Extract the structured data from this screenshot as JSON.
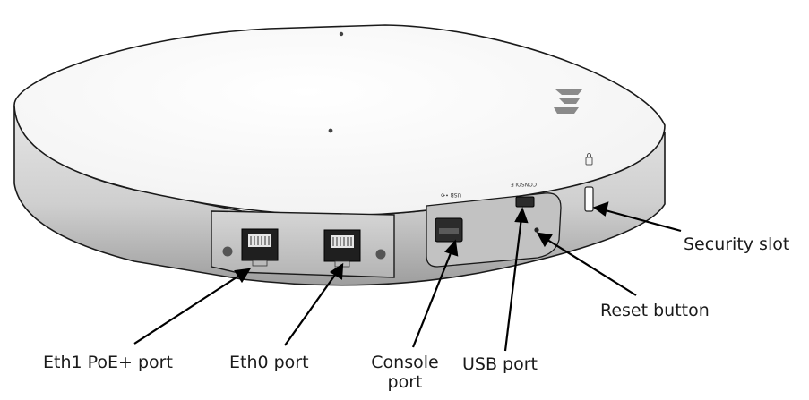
{
  "callouts": {
    "security_slot": "Security slot",
    "reset_button": "Reset button",
    "eth1_poe_port": "Eth1 PoE+ port",
    "eth0_port": "Eth0 port",
    "console_port": "Console\nport",
    "usb_port": "USB port"
  },
  "device_marks": {
    "usb_mark": "USB •⟲",
    "console_mark": "CONSOLE"
  },
  "colors": {
    "outline": "#1a1a1a",
    "body_light": "#f5f5f5",
    "body_mid": "#d9d9d9",
    "body_dark": "#9a9a9a",
    "port_panel": "#c7c7c7",
    "jack": "#2a2a2a"
  }
}
